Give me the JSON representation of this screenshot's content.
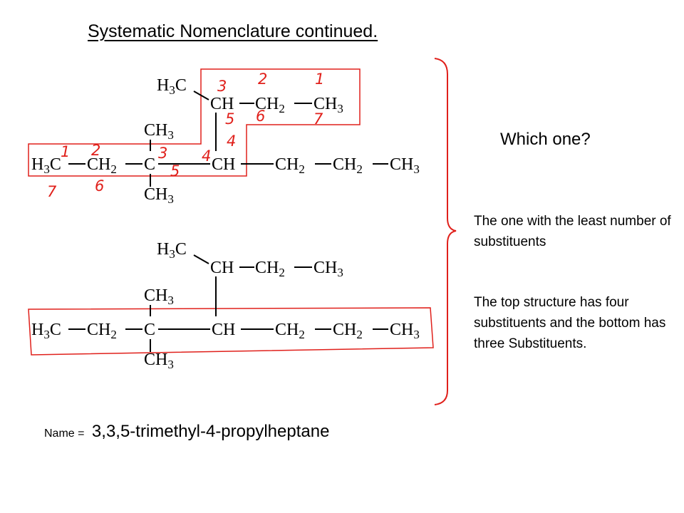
{
  "title": "Systematic Nomenclature continued.",
  "question": "Which one?",
  "answer_paragraph_1": "The one with the least number of substituents",
  "answer_paragraph_2": "The top structure has four substituents and the bottom has three Substituents.",
  "name_label": "Name =",
  "name_value": "3,3,5-trimethyl-4-propylheptane",
  "accent_color": "#e0201b",
  "top_structure": {
    "groups": {
      "h3c_branch": "H3C",
      "ch_branch": "CH",
      "ch2_branch": "CH2",
      "ch3_branch": "CH3",
      "ch3_up": "CH3",
      "h3c_main": "H3C",
      "ch2_main": "CH2",
      "c_main": "C",
      "ch_main": "CH",
      "ch2_a": "CH2",
      "ch2_b": "CH2",
      "ch3_end": "CH3",
      "ch3_down": "CH3"
    },
    "handwritten_numbers": [
      "3",
      "2",
      "1",
      "5",
      "6",
      "7",
      "4",
      "1",
      "2",
      "3",
      "5",
      "4",
      "7",
      "6"
    ]
  },
  "bottom_structure": {
    "groups": {
      "h3c_branch": "H3C",
      "ch_branch": "CH",
      "ch2_branch": "CH2",
      "ch3_branch": "CH3",
      "ch3_up": "CH3",
      "h3c_main": "H3C",
      "ch2_main": "CH2",
      "c_main": "C",
      "ch_main": "CH",
      "ch2_a": "CH2",
      "ch2_b": "CH2",
      "ch3_end": "CH3",
      "ch3_down": "CH3"
    }
  }
}
